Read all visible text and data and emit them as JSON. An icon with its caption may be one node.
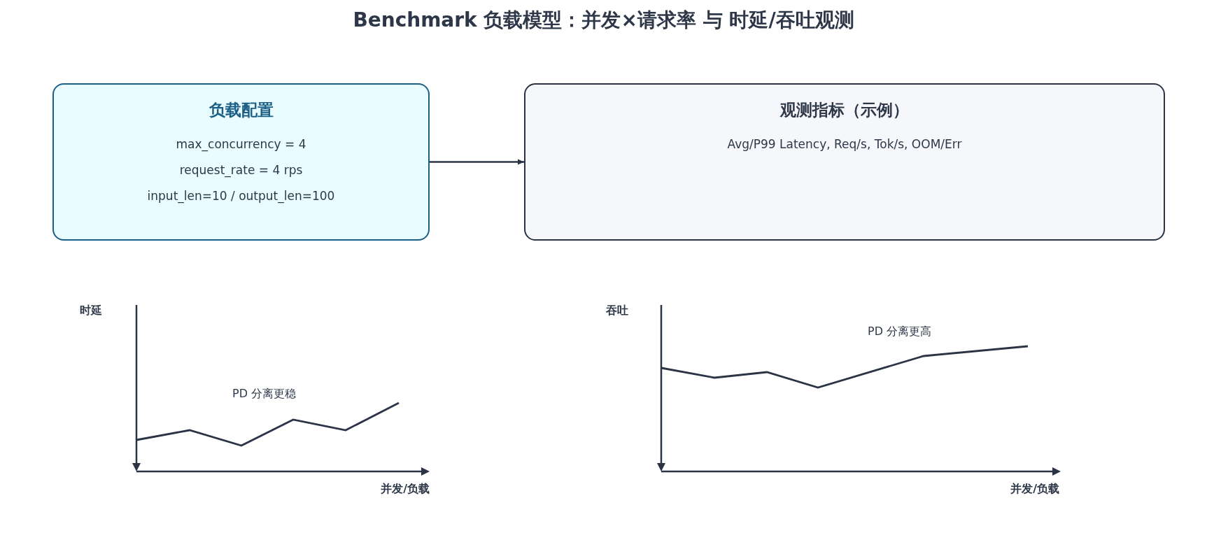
{
  "diagram": {
    "title": "Benchmark 负载模型：并发×请求率 与 时延/吞吐观测",
    "nodes": [
      {
        "text": [
          "负载配置",
          "max_concurrency = 4",
          "request_rate = 4 rps",
          "input_len=10 / output_len=100"
        ]
      },
      {
        "text": [
          "观测指标（示例）",
          "Avg/P99 Latency, Req/s, Tok/s, OOM/Err"
        ]
      }
    ],
    "edges": [
      {
        "from": 0,
        "to": 1,
        "arrow": "to"
      }
    ],
    "labels": [
      "时延",
      "PD 分离更稳",
      "并发/负载",
      "吞吐",
      "PD 分离更高",
      "并发/负载"
    ]
  }
}
